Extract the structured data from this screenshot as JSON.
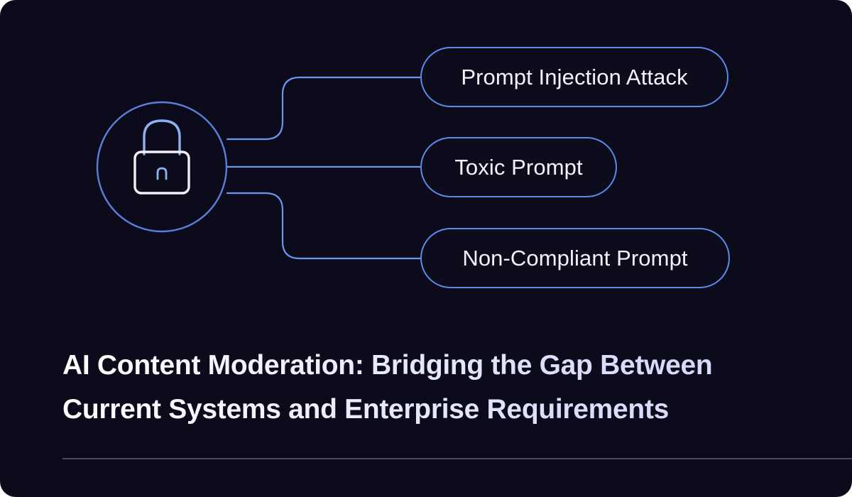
{
  "theme": {
    "background": "#0b0b1b",
    "accent_blue": "#5b8ae8",
    "line_blue": "#6d94ee",
    "pill_text": "#f2f3f8",
    "title_gradient_start": "#ffffff",
    "title_gradient_end": "#d6d8fb",
    "divider": "#4a4a58"
  },
  "diagram": {
    "hub": {
      "icon": "lock-icon",
      "shackle_color": "#8fb0f0",
      "body_color": "#f0f0f5",
      "keyhole_color": "#8fb0f0",
      "circle_stroke": "#5b7fd9"
    },
    "branches": [
      {
        "id": "prompt-injection",
        "label": "Prompt Injection Attack"
      },
      {
        "id": "toxic-prompt",
        "label": "Toxic Prompt"
      },
      {
        "id": "non-compliant",
        "label": "Non-Compliant Prompt"
      }
    ]
  },
  "title": {
    "line1": "AI Content Moderation: Bridging the Gap Between",
    "line2": "Current Systems and Enterprise Requirements"
  }
}
